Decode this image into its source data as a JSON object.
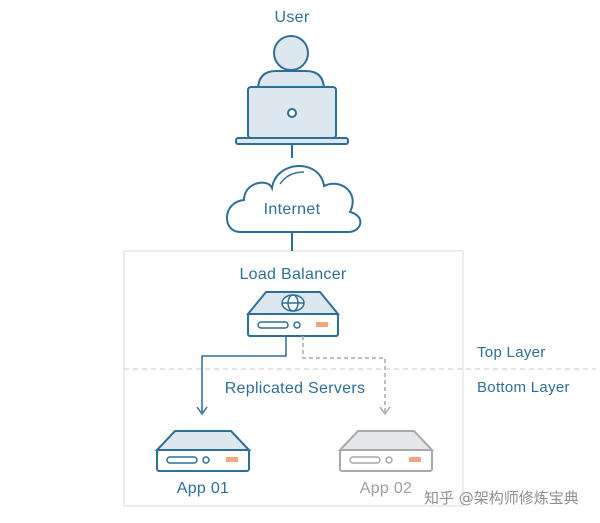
{
  "diagram": {
    "labels": {
      "user": "User",
      "internet": "Internet",
      "load_balancer": "Load Balancer",
      "top_layer": "Top Layer",
      "bottom_layer": "Bottom Layer",
      "replicated_servers": "Replicated Servers",
      "app01": "App 01",
      "app02": "App 02"
    },
    "watermark": "知乎 @架构师修炼宝典",
    "colors": {
      "stroke": "#2e6f97",
      "fill": "#dde7f0",
      "gray_stroke": "#a7a9ac",
      "gray_fill": "#e6e7e8",
      "accent": "#f4a582",
      "dashed_line": "#cfd3d6"
    },
    "icons": [
      "user-icon",
      "laptop-icon",
      "cloud-icon",
      "load-balancer-server-icon",
      "globe-icon",
      "server-icon"
    ]
  }
}
